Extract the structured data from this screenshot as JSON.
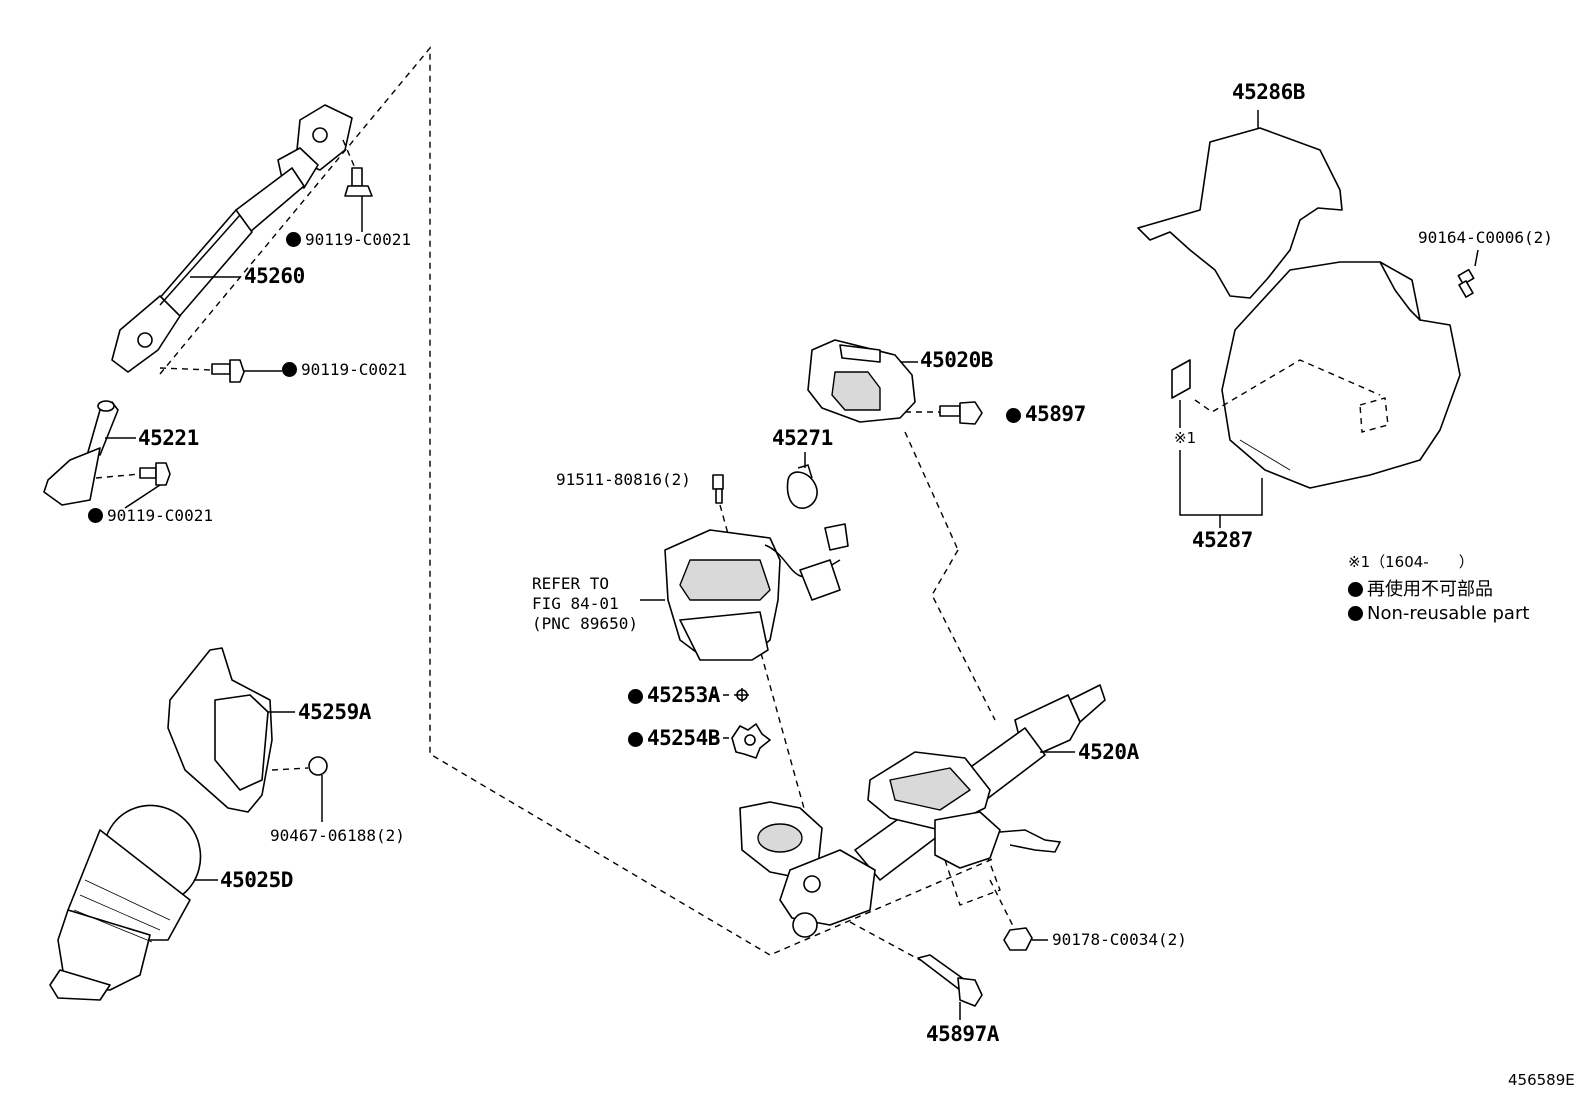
{
  "labels": {
    "p45286B": "45286B",
    "p90164": "90164-C0006(2)",
    "p45260": "45260",
    "p90119_a": "90119-C0021",
    "p90119_b": "90119-C0021",
    "p45221": "45221",
    "p90119_c": "90119-C0021",
    "p45020B": "45020B",
    "p45897": "45897",
    "p45271": "45271",
    "p91511": "91511-80816(2)",
    "refer_line1": "REFER TO",
    "refer_line2": "FIG 84-01",
    "refer_line3": "(PNC 89650)",
    "note_mark": "※1",
    "p45287": "45287",
    "p45253A": "45253A",
    "p45254B": "45254B",
    "p4520A": "4520A",
    "p45259A": "45259A",
    "p90467": "90467-06188(2)",
    "p45025D": "45025D",
    "p90178": "90178-C0034(2)",
    "p45897A": "45897A"
  },
  "legend": {
    "note": "※1（1604-　　）",
    "non_reusable_jp": "再使用不可部品",
    "non_reusable_en": "Non-reusable part"
  },
  "figure_id": "456589E",
  "icons": [
    "non-reusable-dot-icon"
  ]
}
